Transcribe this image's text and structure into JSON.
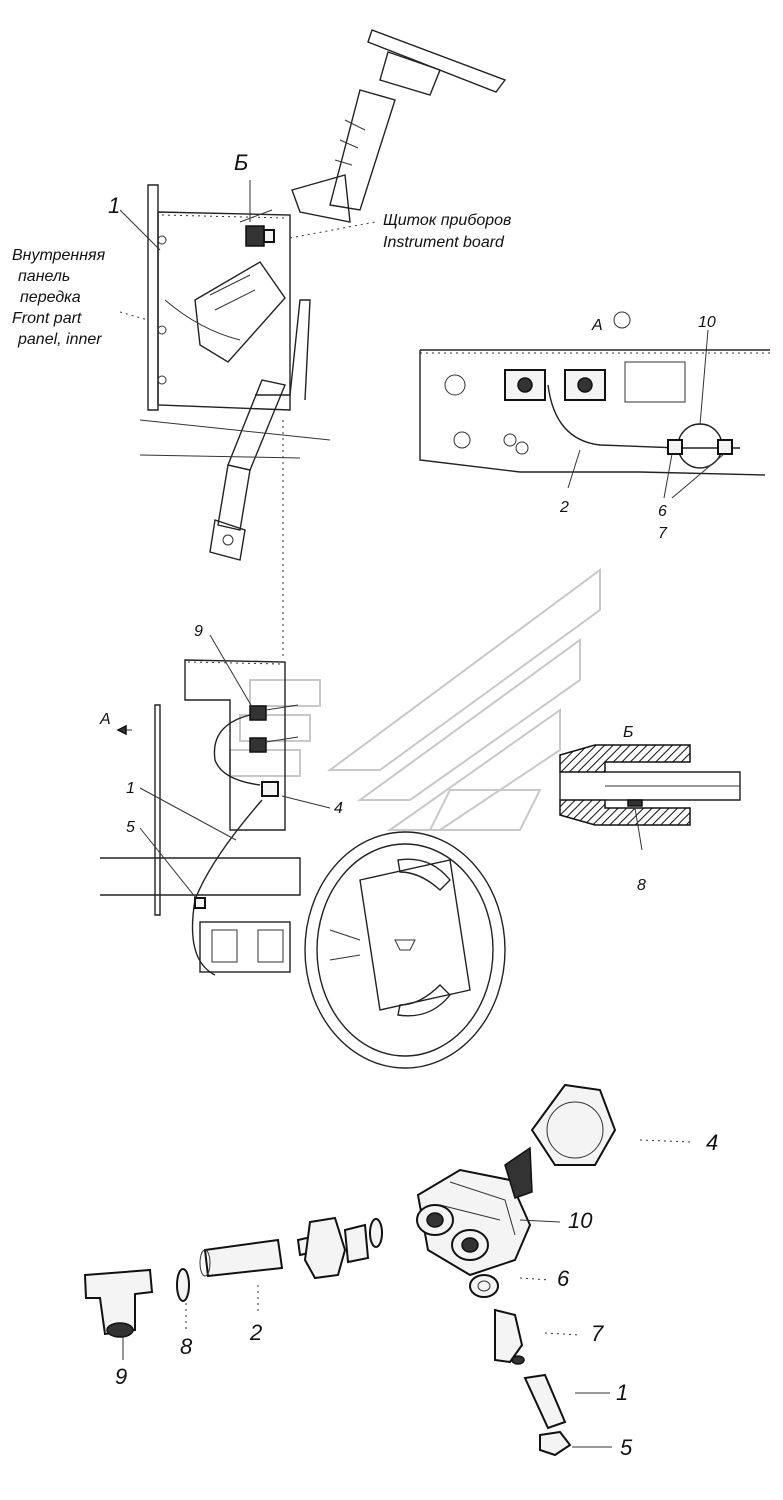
{
  "view_labels": {
    "view_b": "Б",
    "view_a": "А",
    "section_b": "Б"
  },
  "captions": {
    "inner_panel_ru": [
      "Внутренняя",
      "панель",
      "передка"
    ],
    "inner_panel_en": [
      "Front part",
      "panel, inner"
    ],
    "instrument_board_ru": "Щиток приборов",
    "instrument_board_en": "Instrument board"
  },
  "callouts": {
    "top_1": "1",
    "a_10": "10",
    "a_2": "2",
    "a_6": "6",
    "a_7": "7",
    "mid_9": "9",
    "mid_4": "4",
    "mid_1": "1",
    "mid_5": "5",
    "sec_8": "8"
  },
  "exploded_parts": [
    {
      "num": "4"
    },
    {
      "num": "10"
    },
    {
      "num": "6"
    },
    {
      "num": "7"
    },
    {
      "num": "1"
    },
    {
      "num": "5"
    },
    {
      "num": "9"
    },
    {
      "num": "8"
    },
    {
      "num": "2"
    }
  ]
}
